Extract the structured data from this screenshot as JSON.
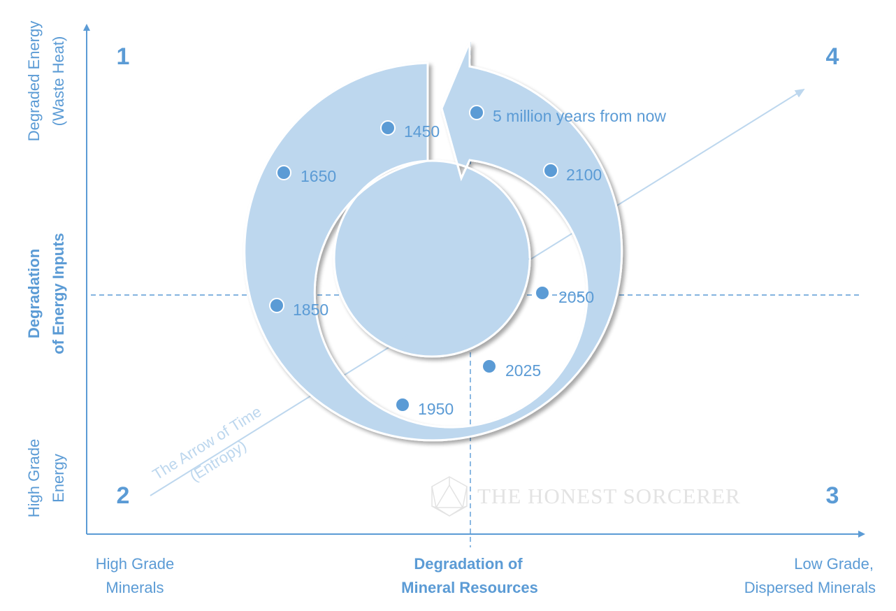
{
  "quadrants": {
    "q1": "1",
    "q2": "2",
    "q3": "3",
    "q4": "4"
  },
  "y_axis": {
    "top_label_line1": "Degraded Energy",
    "top_label_line2": "(Waste Heat)",
    "title_line1": "Degradation",
    "title_line2": "of Energy Inputs",
    "bottom_label_line1": "High Grade",
    "bottom_label_line2": "Energy"
  },
  "x_axis": {
    "left_label_line1": "High Grade",
    "left_label_line2": "Minerals",
    "title_line1": "Degradation of",
    "title_line2": "Mineral Resources",
    "right_label_line1": "Low Grade,",
    "right_label_line2": "Dispersed Minerals"
  },
  "arrow_of_time": {
    "line1": "The Arrow of Time",
    "line2": "(Entropy)"
  },
  "cycle_points": [
    {
      "label": "1450"
    },
    {
      "label": "1650"
    },
    {
      "label": "1850"
    },
    {
      "label": "1950"
    },
    {
      "label": "2025"
    },
    {
      "label": "2050"
    },
    {
      "label": "2100"
    },
    {
      "label": "5 million years from now"
    }
  ],
  "watermark": "THE HONEST SORCERER",
  "colors": {
    "accent": "#5b9bd5",
    "ring_fill": "#bdd7ee",
    "arrow_line": "#bdd7ee",
    "axis": "#5b9bd5",
    "watermark": "#e3e3e3"
  }
}
